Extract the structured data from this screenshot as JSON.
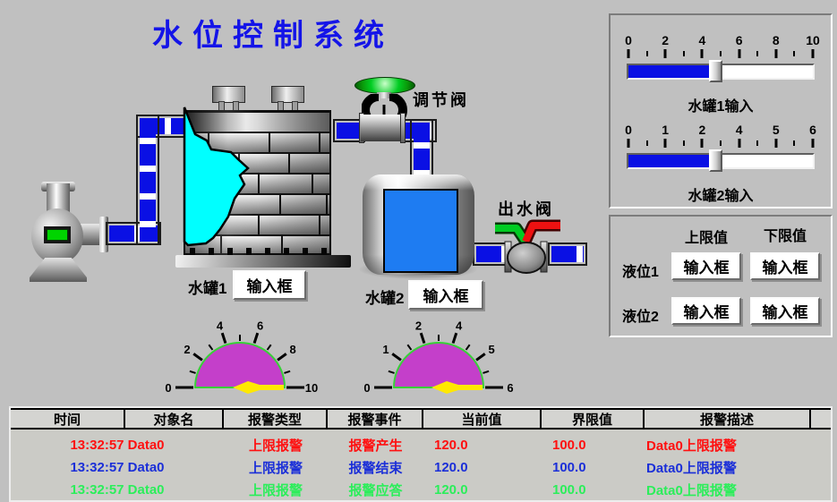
{
  "title": "水位控制系统",
  "colors": {
    "title_color": "#1414e8",
    "accent_blue": "#0a10e4",
    "tank1_liquid": "#00ffff",
    "tank2_liquid": "#1e7cf2",
    "gauge_fill": "#c43fca",
    "gauge_rim": "#38d038",
    "needle": "#ffe800",
    "valve_open_handle": "#00cc22",
    "valve_closed_handle": "#ee1111",
    "indicator_green": "#00d400"
  },
  "slider_panel": {
    "sliders": [
      {
        "scale_labels": [
          "0",
          "2",
          "4",
          "6",
          "8",
          "10"
        ],
        "caption": "水罐1输入",
        "value_pct": 47
      },
      {
        "scale_labels": [
          "0",
          "1",
          "2",
          "4",
          "5",
          "6"
        ],
        "caption": "水罐2输入",
        "value_pct": 47
      }
    ]
  },
  "limit_panel": {
    "headers": [
      "上限值",
      "下限值"
    ],
    "rows": [
      {
        "label": "液位1",
        "inputs": [
          "输入框",
          "输入框"
        ]
      },
      {
        "label": "液位2",
        "inputs": [
          "输入框",
          "输入框"
        ]
      }
    ]
  },
  "process": {
    "regulating_valve_label": "调节阀",
    "outlet_valve_label": "出水阀",
    "tank1": {
      "label": "水罐1",
      "input": "输入框"
    },
    "tank2": {
      "label": "水罐2",
      "input": "输入框"
    }
  },
  "gauges": [
    {
      "labels": [
        "0",
        "2",
        "4",
        "6",
        "8",
        "10"
      ]
    },
    {
      "labels": [
        "0",
        "1",
        "2",
        "4",
        "5",
        "6"
      ]
    }
  ],
  "alarm_table": {
    "headers": [
      "时间",
      "对象名",
      "报警类型",
      "报警事件",
      "当前值",
      "界限值",
      "报警描述"
    ],
    "rows": [
      {
        "time": "13:32:57 Data0",
        "type": "上限报警",
        "event": "报警产生",
        "current": "120.0",
        "limit": "100.0",
        "desc": "Data0上限报警",
        "color": "#ff1010"
      },
      {
        "time": "13:32:57 Data0",
        "type": "上限报警",
        "event": "报警结束",
        "current": "120.0",
        "limit": "100.0",
        "desc": "Data0上限报警",
        "color": "#1b2fd8"
      },
      {
        "time": "13:32:57 Data0",
        "type": "上限报警",
        "event": "报警应答",
        "current": "120.0",
        "limit": "100.0",
        "desc": "Data0上限报警",
        "color": "#2bee5a"
      }
    ]
  }
}
